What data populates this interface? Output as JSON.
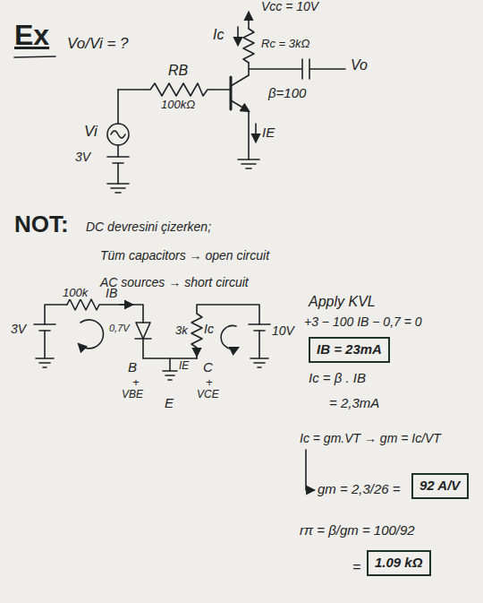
{
  "diagram": {
    "title": "Ex",
    "nodes": [
      {
        "text": [
          "IB = 23mA"
        ]
      },
      {
        "text": [
          "92 A/V"
        ]
      },
      {
        "text": [
          "1.09 kΩ"
        ]
      }
    ],
    "labels": [
      "Vo/Vi = ?",
      "Vcc = 10V",
      "Ic",
      "Rc = 3kΩ",
      "RB",
      "100kΩ",
      "β=100",
      "Vo",
      "Vi",
      "3V",
      "IE",
      "NOT:",
      "DC devresini çizerken;",
      "Tüm capacitors → open circuit",
      "AC sources → short circuit",
      "100k",
      "IB",
      "3V",
      "0,7V",
      "3k",
      "Ic",
      "10V",
      "B",
      "IE",
      "C",
      "+",
      "VBE",
      "+",
      "VCE",
      "E",
      "Apply KVL",
      "+3 − 100 IB − 0,7 = 0",
      "Ic = β . IB",
      "= 2,3mA",
      "Ic = gm.VT → gm = Ic/VT",
      "gm = 2,3/26 =",
      "rπ = β/gm = 100/92",
      "="
    ]
  }
}
